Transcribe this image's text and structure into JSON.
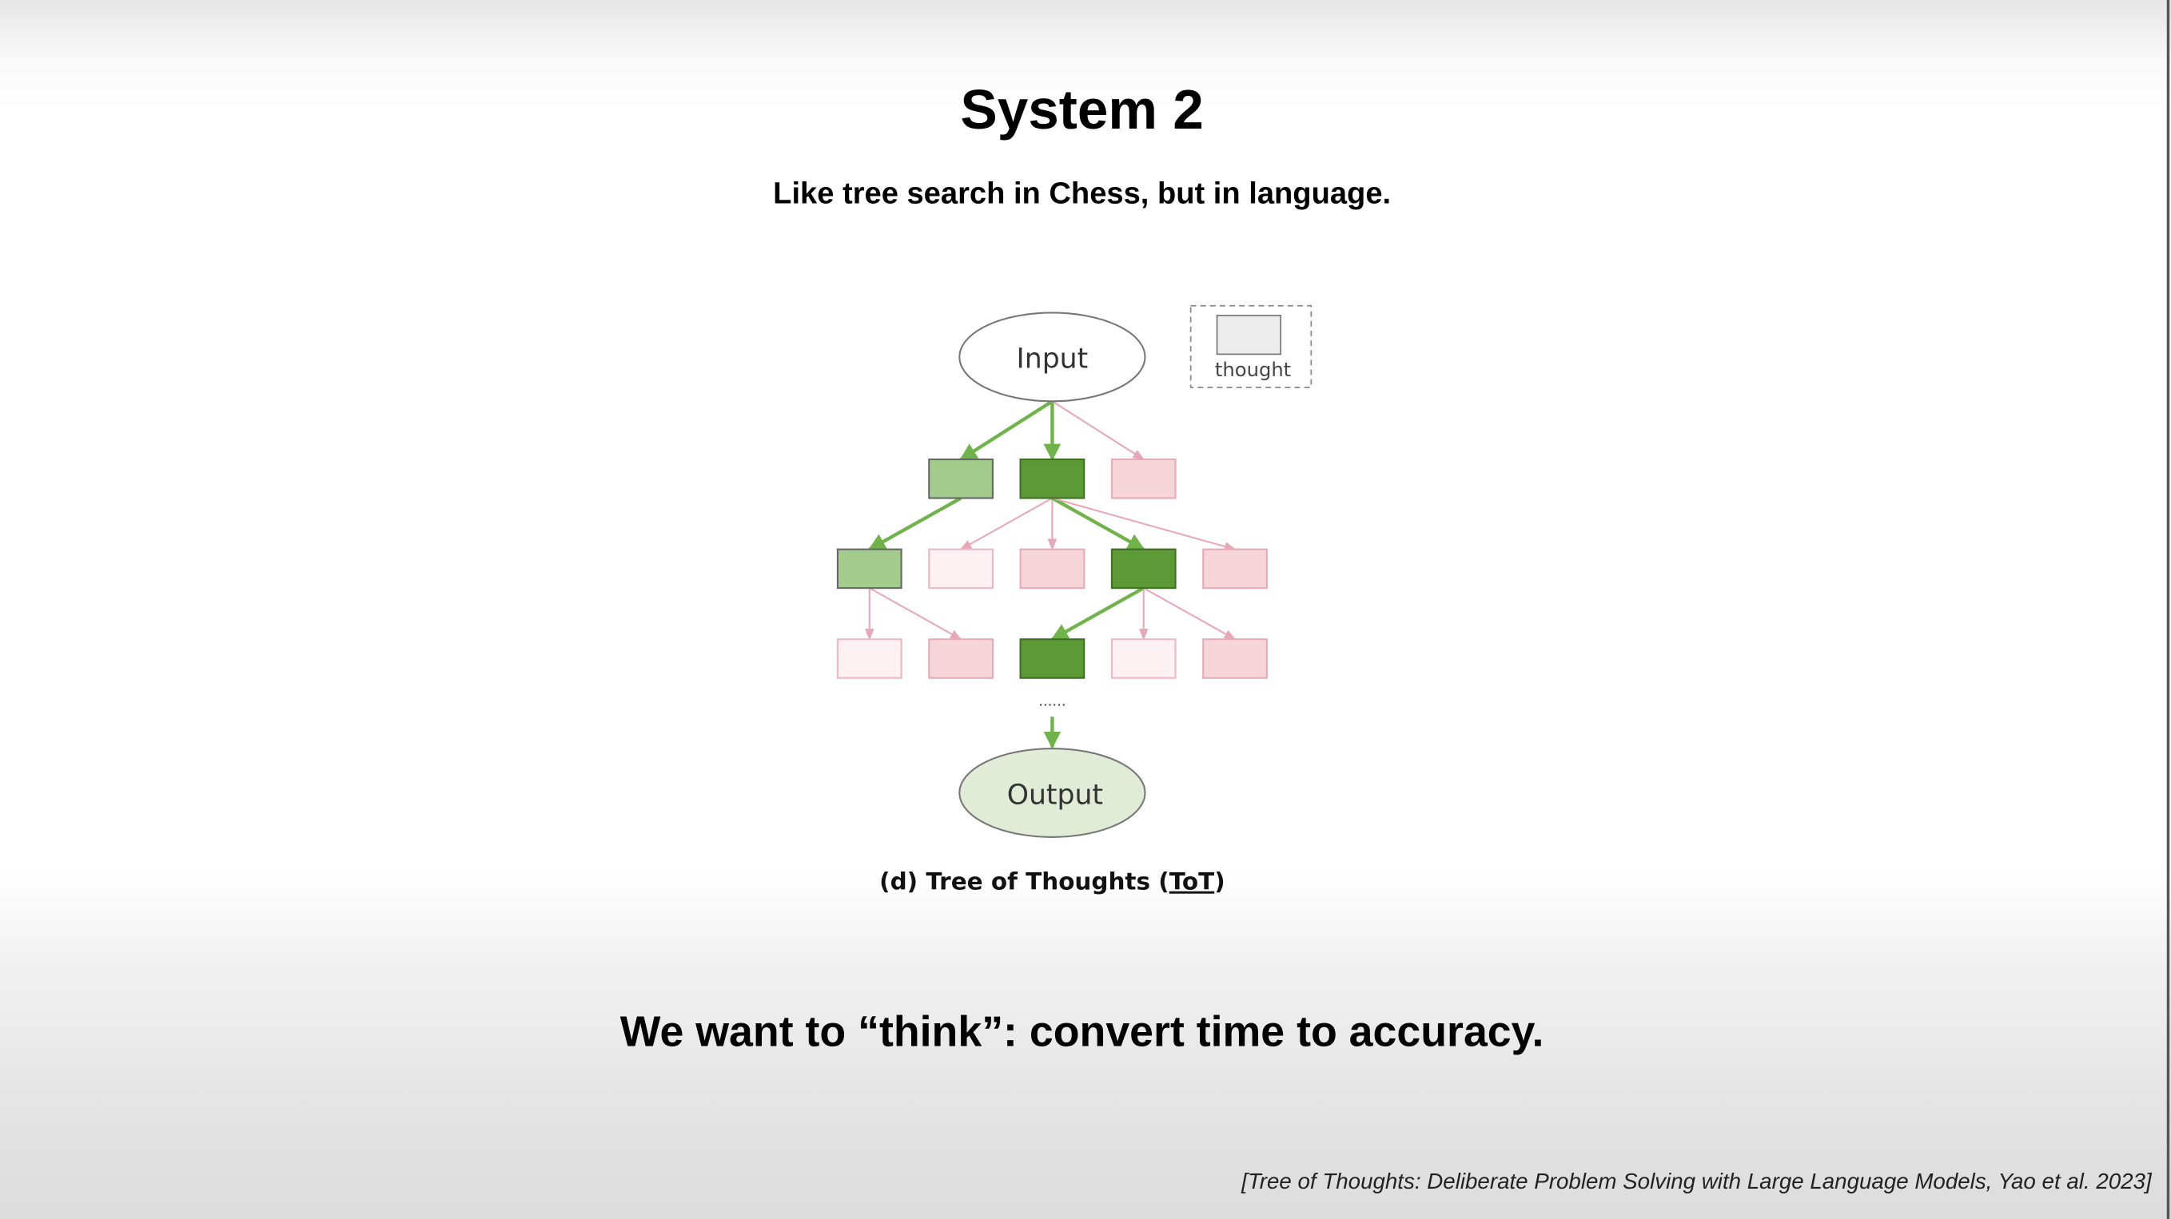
{
  "slide": {
    "title": "System 2",
    "subtitle": "Like tree search in Chess, but in language.",
    "takeaway": "We want to “think”: convert time to accuracy.",
    "citation": "[Tree of Thoughts: Deliberate Problem Solving with Large Language Models, Yao et al. 2023]"
  },
  "diagram": {
    "input_label": "Input",
    "output_label": "Output",
    "legend_label": "thought",
    "ellipsis": "......",
    "caption_prefix": "(d) Tree of Thoughts (",
    "caption_link": "ToT",
    "caption_suffix": ")",
    "colors": {
      "selected": "#5b9a34",
      "promising": "#a3cc8c",
      "rejected": "#f6d5da",
      "weak": "#fdf1f3",
      "green_edge": "#6fb34a",
      "pink_edge": "#e6a8b8"
    },
    "levels": [
      [
        "promising",
        "selected",
        "rejected"
      ],
      [
        "promising",
        "weak",
        "rejected",
        "selected",
        "rejected"
      ],
      [
        "weak",
        "rejected",
        "selected",
        "weak",
        "rejected"
      ]
    ]
  }
}
